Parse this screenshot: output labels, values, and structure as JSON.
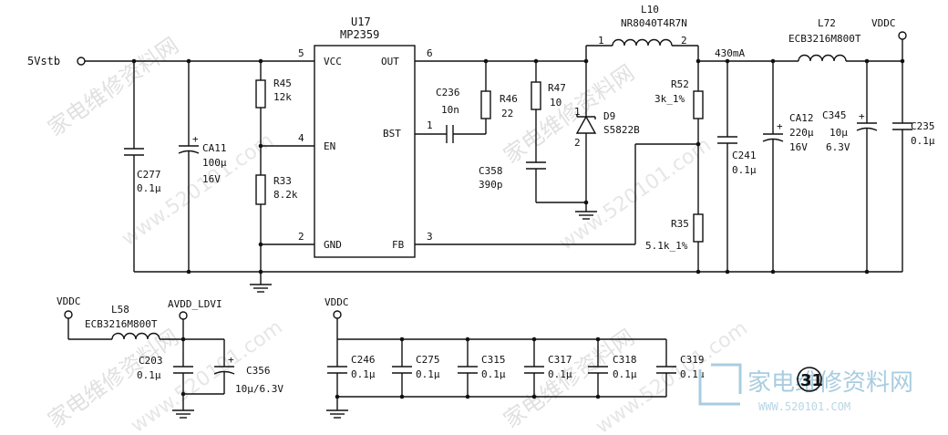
{
  "net_labels": {
    "input": "5Vstb",
    "vddc_out": "VDDC",
    "vddc_l58": "VDDC",
    "vddc_bank": "VDDC",
    "avdd": "AVDD_LDVI",
    "current": "430mA"
  },
  "ic": {
    "ref": "U17",
    "part": "MP2359",
    "pins": [
      {
        "num": "5",
        "name": "VCC"
      },
      {
        "num": "4",
        "name": "EN"
      },
      {
        "num": "2",
        "name": "GND"
      },
      {
        "num": "6",
        "name": "OUT"
      },
      {
        "num": "1",
        "name": "BST"
      },
      {
        "num": "3",
        "name": "FB"
      }
    ]
  },
  "components": {
    "R45": {
      "ref": "R45",
      "value": "12k"
    },
    "R33": {
      "ref": "R33",
      "value": "8.2k"
    },
    "C277": {
      "ref": "C277",
      "value": "0.1μ"
    },
    "CA11": {
      "ref": "CA11",
      "value": "100μ",
      "voltage": "16V"
    },
    "C236": {
      "ref": "C236",
      "value": "10n"
    },
    "R46": {
      "ref": "R46",
      "value": "22"
    },
    "R47": {
      "ref": "R47",
      "value": "10"
    },
    "C358": {
      "ref": "C358",
      "value": "390p"
    },
    "D9": {
      "ref": "D9",
      "value": "S5822B",
      "pin1": "1",
      "pin2": "2"
    },
    "L10": {
      "ref": "L10",
      "value": "NR8040T4R7N",
      "pin1": "1",
      "pin2": "2"
    },
    "R52": {
      "ref": "R52",
      "value": "3k_1%"
    },
    "R35": {
      "ref": "R35",
      "value": "5.1k_1%"
    },
    "C241": {
      "ref": "C241",
      "value": "0.1μ"
    },
    "CA12": {
      "ref": "CA12",
      "value": "220μ",
      "voltage": "16V"
    },
    "C345": {
      "ref": "C345",
      "value": "10μ",
      "voltage": "6.3V"
    },
    "L72": {
      "ref": "L72",
      "value": "ECB3216M800T"
    },
    "C235": {
      "ref": "C235",
      "value": "0.1μ"
    },
    "L58": {
      "ref": "L58",
      "value": "ECB3216M800T"
    },
    "C203": {
      "ref": "C203",
      "value": "0.1μ"
    },
    "C356": {
      "ref": "C356",
      "value": "10μ/6.3V"
    },
    "C246": {
      "ref": "C246",
      "value": "0.1μ"
    },
    "C275": {
      "ref": "C275",
      "value": "0.1μ"
    },
    "C315": {
      "ref": "C315",
      "value": "0.1μ"
    },
    "C317": {
      "ref": "C317",
      "value": "0.1μ"
    },
    "C318": {
      "ref": "C318",
      "value": "0.1μ"
    },
    "C319": {
      "ref": "C319",
      "value": "0.1μ"
    }
  },
  "page_number": "31",
  "watermarks": {
    "text": "家电维修资料网",
    "url": "www.520101.com"
  },
  "logo": {
    "cn": "家电维修资料网",
    "url": "WWW.520101.COM"
  }
}
